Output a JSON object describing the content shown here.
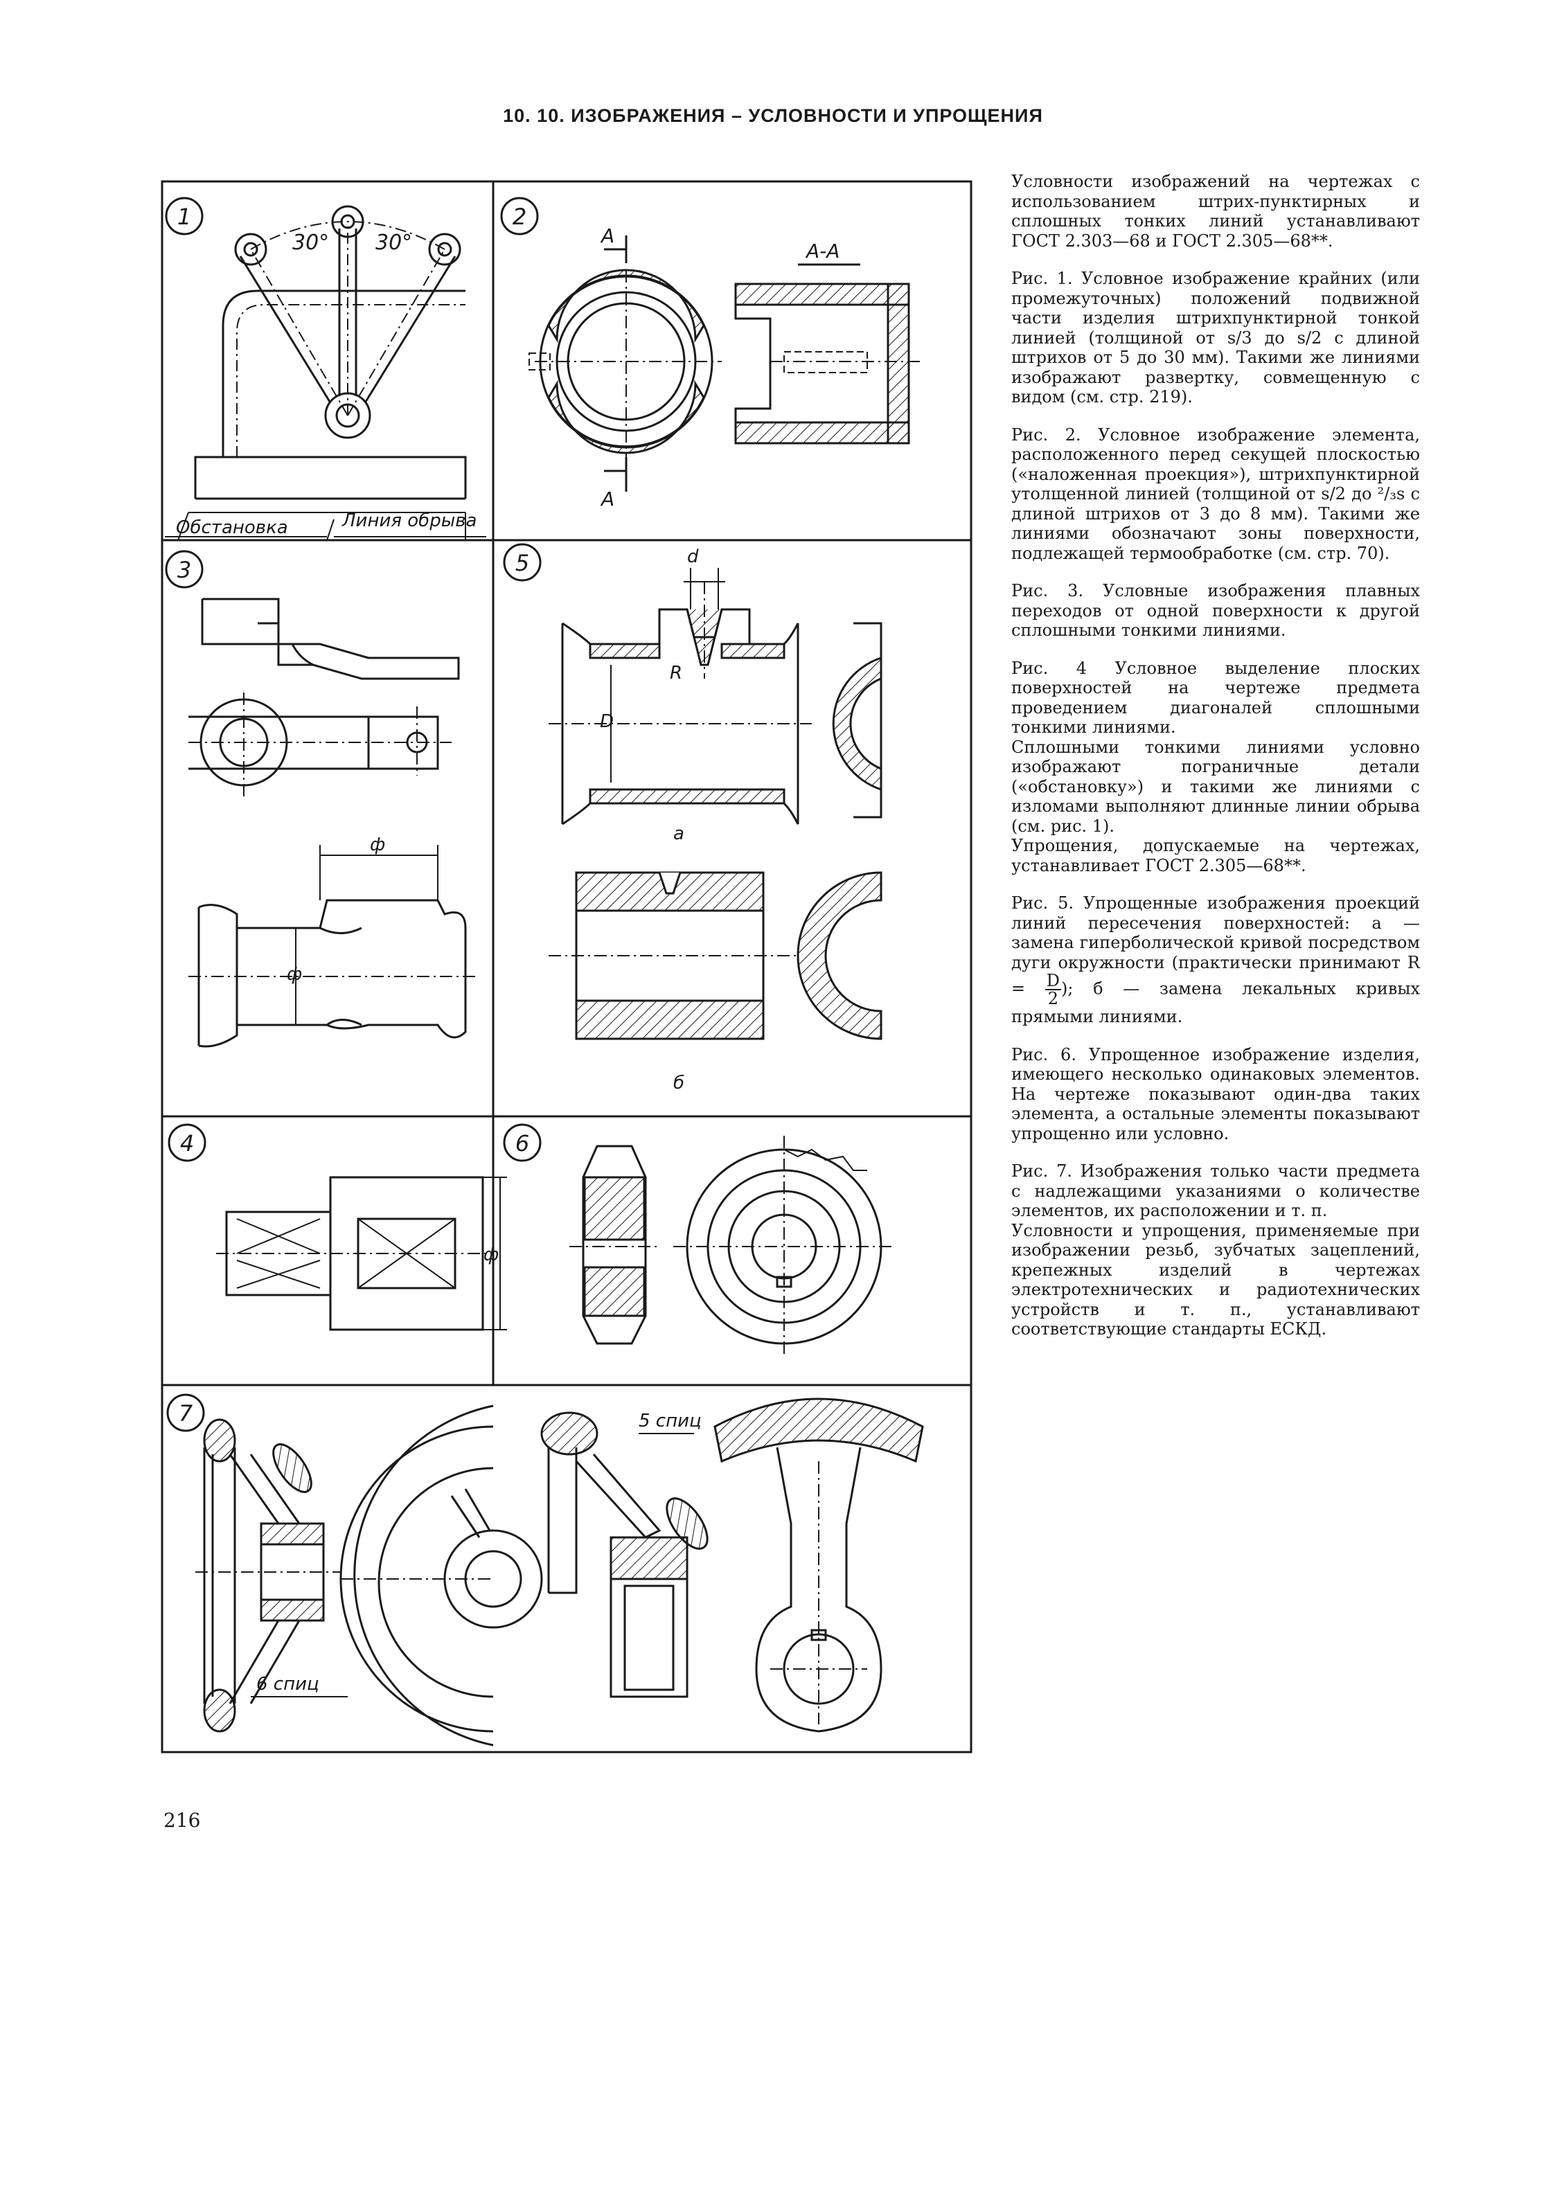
{
  "header": "10. 10. ИЗОБРАЖЕНИЯ – УСЛОВНОСТИ И УПРОЩЕНИЯ",
  "page_number": "216",
  "figures": {
    "f1": {
      "num": "1",
      "angle_left": "30°",
      "angle_right": "30°",
      "label_left": "Обстановка",
      "label_right": "Линия обрыва"
    },
    "f2": {
      "num": "2",
      "section_top": "A",
      "section_title": "A-A",
      "section_bottom": "A"
    },
    "f3": {
      "num": "3",
      "dim_top": "ф",
      "dim_side": "ф"
    },
    "f4": {
      "num": "4",
      "dim": "ф"
    },
    "f5": {
      "num": "5",
      "dim_d": "d",
      "dim_R": "R",
      "dim_D": "D",
      "sub_a": "а",
      "sub_b": "б"
    },
    "f6": {
      "num": "6"
    },
    "f7": {
      "num": "7",
      "label_left": "6 спиц",
      "label_right": "5 спиц"
    }
  },
  "text": {
    "intro": "Условности изображений на чертежах с использованием штрих-пунктирных и сплошных тонких линий устанавливают ГОСТ 2.303—68 и ГОСТ 2.305—68**.",
    "p1": "Рис. 1. Условное изображение крайних (или промежуточных) положений подвижной части изделия штрихпунктирной тонкой линией (толщиной от s/3 до s/2 с длиной штрихов от 5 до 30 мм). Такими же линиями изображают развертку, совмещенную с видом (см. стр. 219).",
    "p2": "Рис. 2. Условное изображение элемента, расположенного перед секущей плоскостью («наложенная проекция»), штрихпунктирной утолщенной линией (толщиной от s/2 до ²/₃s с длиной штрихов от 3 до 8 мм). Такими же линиями обозначают зоны поверхности, подлежащей термообработке (см. стр. 70).",
    "p3": "Рис. 3. Условные изображения плавных переходов от одной поверхности к другой сплошными тонкими линиями.",
    "p4": "Рис. 4 Условное выделение плоских поверхностей на чертеже предмета проведением диагоналей сплошными тонкими линиями.",
    "p4b": "Сплошными тонкими линиями условно изображают пограничные детали («обстановку») и такими же линиями с изломами выполняют длинные линии обрыва (см. рис. 1).",
    "p4c": "Упрощения, допускаемые на чертежах, устанавливает ГОСТ 2.305—68**.",
    "p5a": "Рис. 5. Упрощенные изображения проекций линий пересечения поверхностей:",
    "p5b": "а — замена гиперболической кривой посредством дуги окружности (практически принимают R =",
    "p5_num": "D",
    "p5_den": "2",
    "p5c": "); б — замена лекальных кривых прямыми линиями.",
    "p6": "Рис. 6. Упрощенное изображение изделия, имеющего несколько одинаковых элементов. На чертеже показывают один-два таких элемента, а остальные элементы показывают упрощенно или условно.",
    "p7": "Рис. 7. Изображения только части предмета с надлежащими указаниями о количестве элементов, их расположении и т. п.",
    "p7b": "Условности и упрощения, применяемые при изображении резьб, зубчатых зацеплений, крепежных изделий в чертежах электротехнических и радиотехнических устройств и т. п., устанавливают соответствующие стандарты ЕСКД."
  }
}
